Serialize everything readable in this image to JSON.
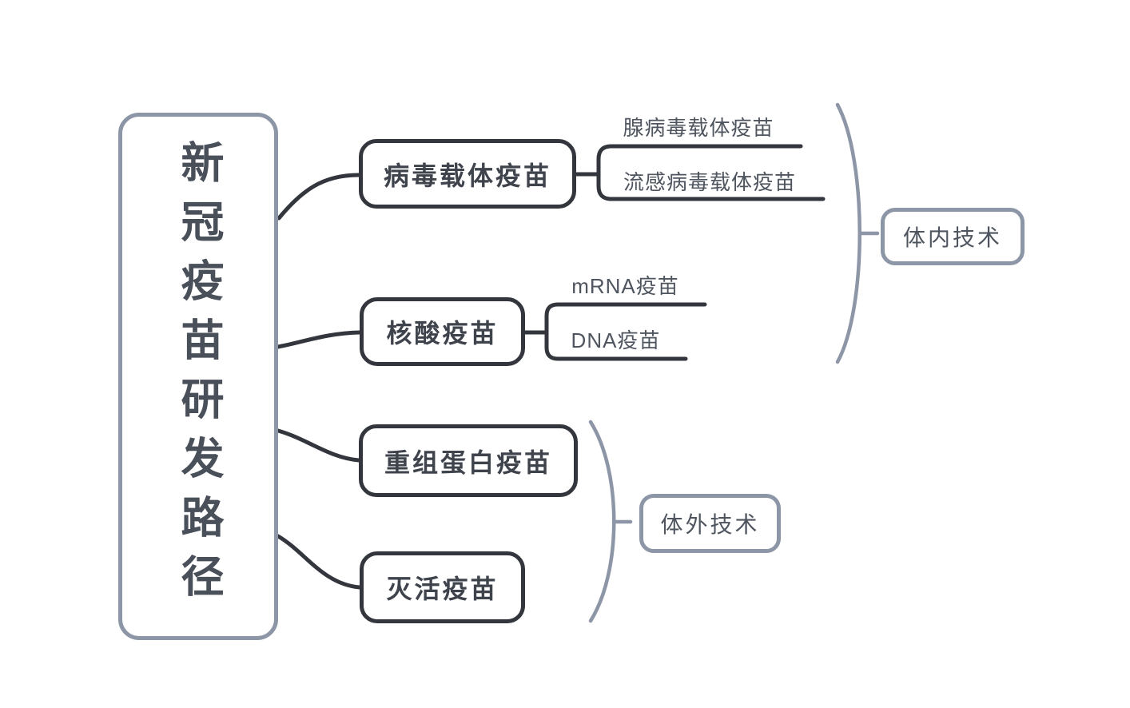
{
  "diagram": {
    "type": "mindmap",
    "root": {
      "label": "新冠疫苗研发路径"
    },
    "branches": [
      {
        "label": "病毒载体疫苗",
        "children": [
          "腺病毒载体疫苗",
          "流感病毒载体疫苗"
        ]
      },
      {
        "label": "核酸疫苗",
        "children": [
          "mRNA疫苗",
          "DNA疫苗"
        ]
      },
      {
        "label": "重组蛋白疫苗",
        "children": []
      },
      {
        "label": "灭活疫苗",
        "children": []
      }
    ],
    "groups": [
      {
        "label": "体内技术",
        "covers": [
          "病毒载体疫苗",
          "核酸疫苗"
        ]
      },
      {
        "label": "体外技术",
        "covers": [
          "重组蛋白疫苗",
          "灭活疫苗"
        ]
      }
    ]
  },
  "colors": {
    "bg": "#ffffff",
    "dark_stroke": "#33373d",
    "accent_stroke": "#8d96a6",
    "root_text": "#4a505a",
    "node_text": "#3e434c",
    "secondary_text": "#4f555f"
  }
}
